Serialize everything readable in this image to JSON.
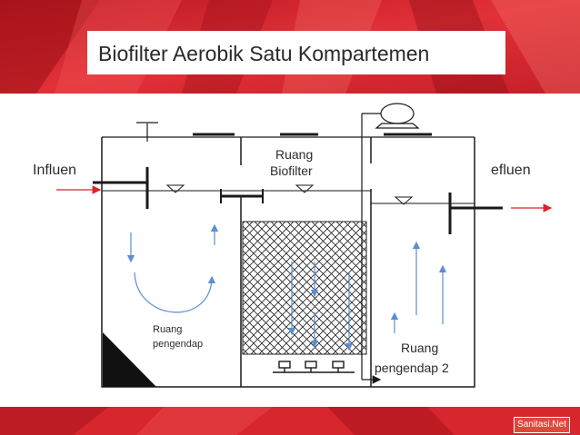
{
  "slide": {
    "title": "Biofilter Aerobik Satu Kompartemen",
    "footer_badge": "Sanitasi.Net"
  },
  "diagram": {
    "labels": {
      "influent": "Influen",
      "effluent": "efluen",
      "biofilter_zone_line1": "Ruang",
      "biofilter_zone_line2": "Biofilter",
      "settling_zone_line1": "Ruang",
      "settling_zone_line2": "pengendap",
      "settling_zone2_line1": "Ruang",
      "settling_zone2_line2": "pengendap 2"
    }
  },
  "colors": {
    "banner_red": "#d8262e",
    "flow_arrow_red": "#e0202a",
    "flow_arrow_blue": "#5b8fcf",
    "tank_line": "#1a1a1a",
    "badge_red": "#e4463c"
  },
  "icons": {
    "pump": "blower-pump-icon",
    "water_level": "water-level-triangle-icon",
    "diffuser": "air-diffuser-icon"
  }
}
